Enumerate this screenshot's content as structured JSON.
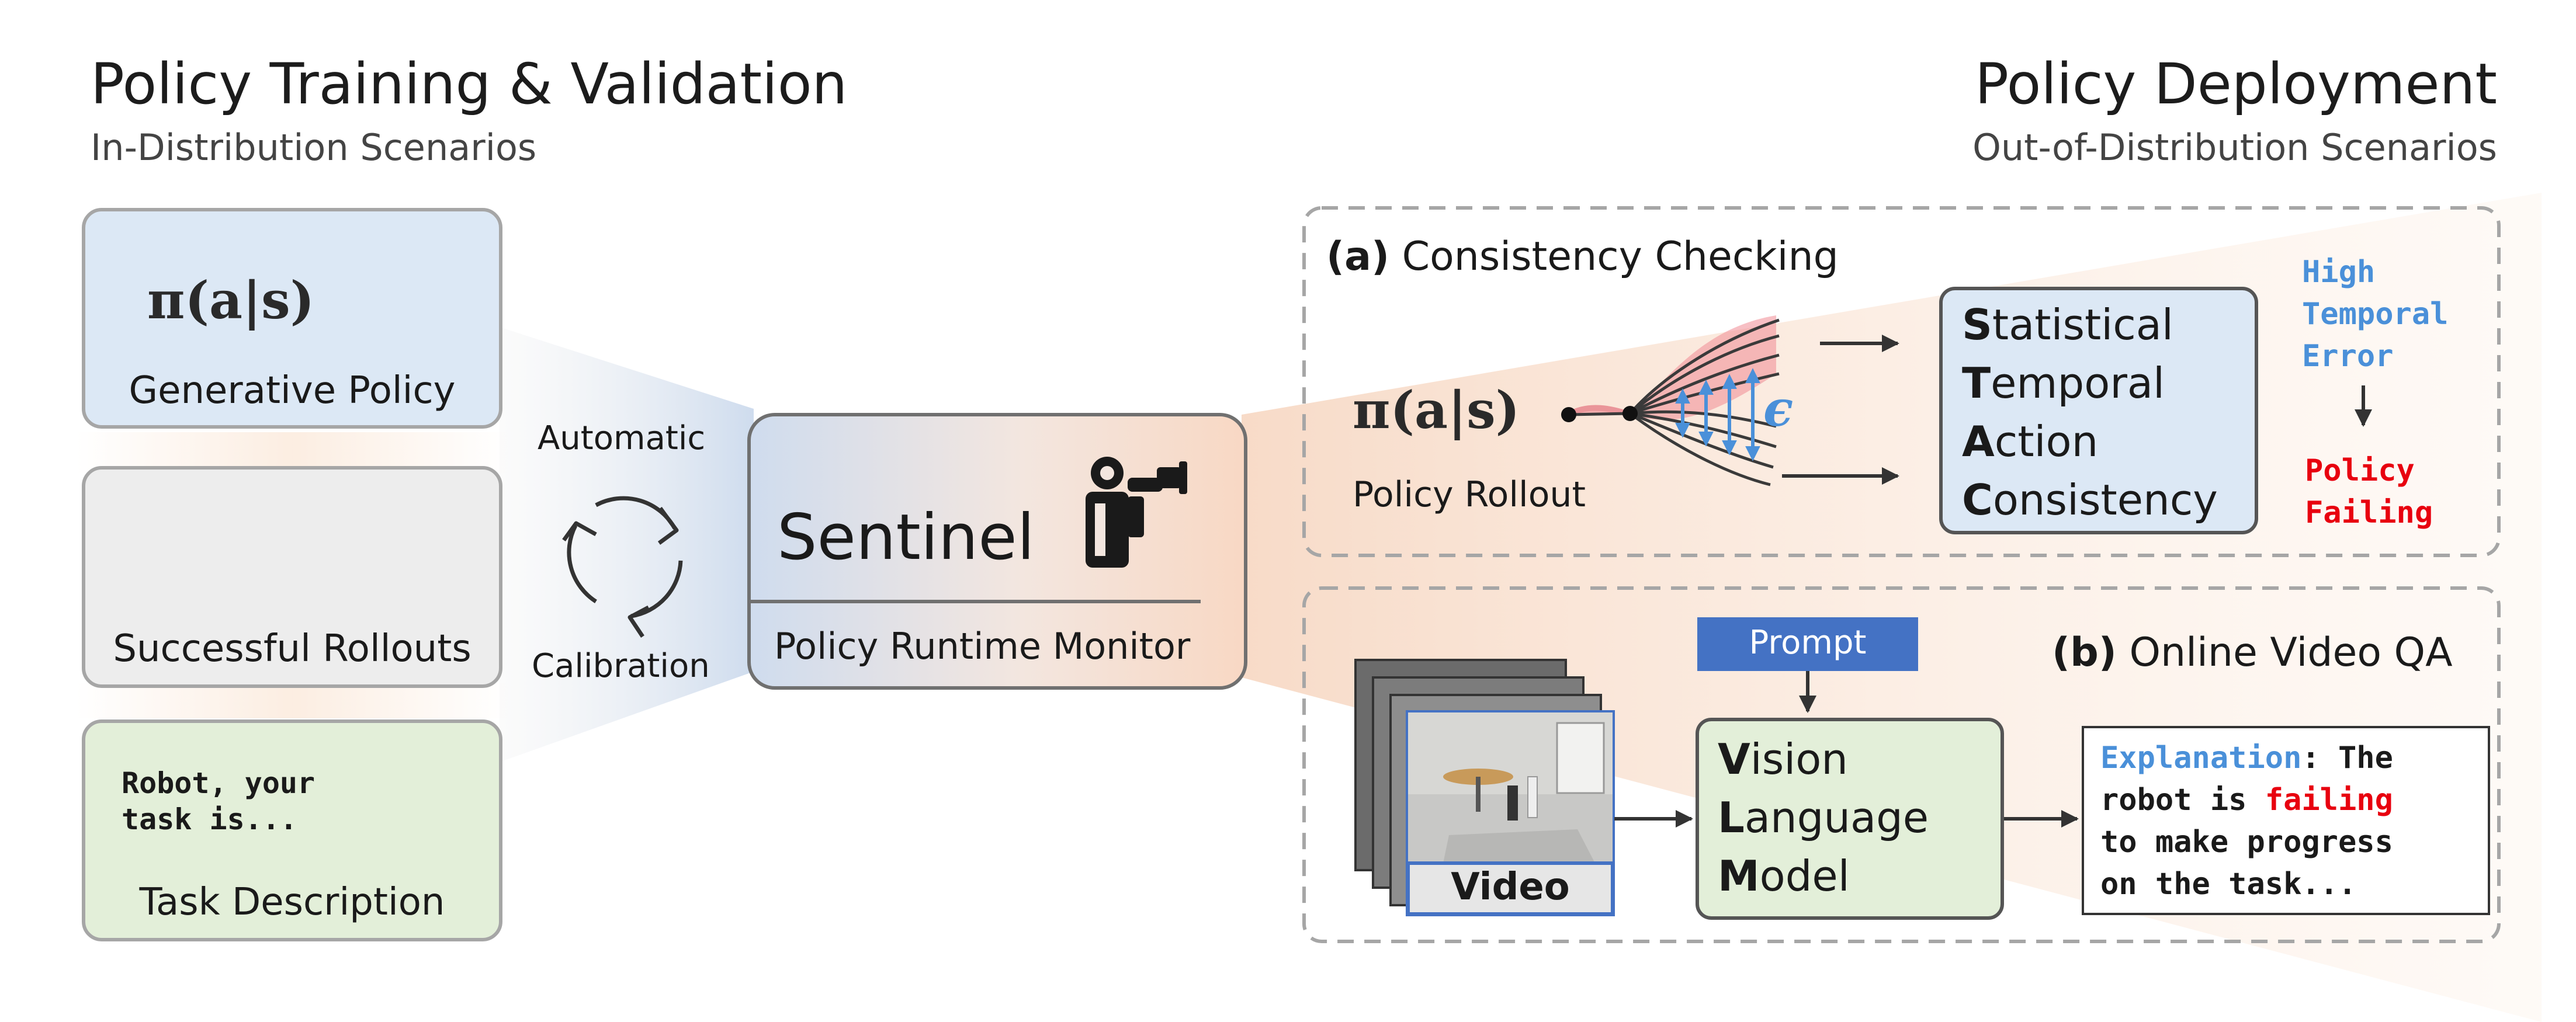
{
  "left": {
    "title": "Policy Training & Validation",
    "subtitle": "In-Distribution Scenarios",
    "cards": {
      "policy": {
        "formula": "π(a|s)",
        "label": "Generative Policy"
      },
      "rollouts": {
        "label": "Successful Rollouts"
      },
      "task": {
        "speech_line1": "Robot, your",
        "speech_line2": "task is...",
        "label": "Task Description"
      }
    }
  },
  "cycle": {
    "top": "Automatic",
    "bottom": "Calibration"
  },
  "center": {
    "title": "Sentinel",
    "subtitle": "Policy Runtime Monitor"
  },
  "right": {
    "title": "Policy Deployment",
    "subtitle": "Out-of-Distribution Scenarios",
    "panel_a": {
      "tag": "(a)",
      "title": "Consistency Checking",
      "formula": "π(a|s)",
      "rollout_label": "Policy Rollout",
      "epsilon": "ϵ",
      "stac": [
        {
          "initial": "S",
          "rest": "tatistical"
        },
        {
          "initial": "T",
          "rest": "emporal"
        },
        {
          "initial": "A",
          "rest": "ction"
        },
        {
          "initial": "C",
          "rest": "onsistency"
        }
      ],
      "result_lines": [
        "High",
        "Temporal",
        "Error"
      ],
      "fail_lines": [
        "Policy",
        "Failing"
      ]
    },
    "panel_b": {
      "tag": "(b)",
      "title": "Online Video QA",
      "prompt": "Prompt",
      "video_label": "Video",
      "vlm": [
        {
          "initial": "V",
          "rest": "ision"
        },
        {
          "initial": "L",
          "rest": "anguage"
        },
        {
          "initial": "M",
          "rest": "odel"
        }
      ],
      "explanation": {
        "key": "Explanation",
        "line1_rest": ": The",
        "line2_pre": "robot is ",
        "line2_fail": "failing",
        "line3": "to make progress",
        "line4": "on the task..."
      }
    }
  },
  "colors": {
    "blue_accent": "#4a90d9",
    "red_accent": "#e8000f",
    "policy_card": "#dce8f5",
    "rollout_card": "#ededed",
    "task_card": "#e3efd9",
    "stac_box": "#dce8f5",
    "vlm_box": "#e3efd9",
    "prompt_box": "#4472c4"
  }
}
